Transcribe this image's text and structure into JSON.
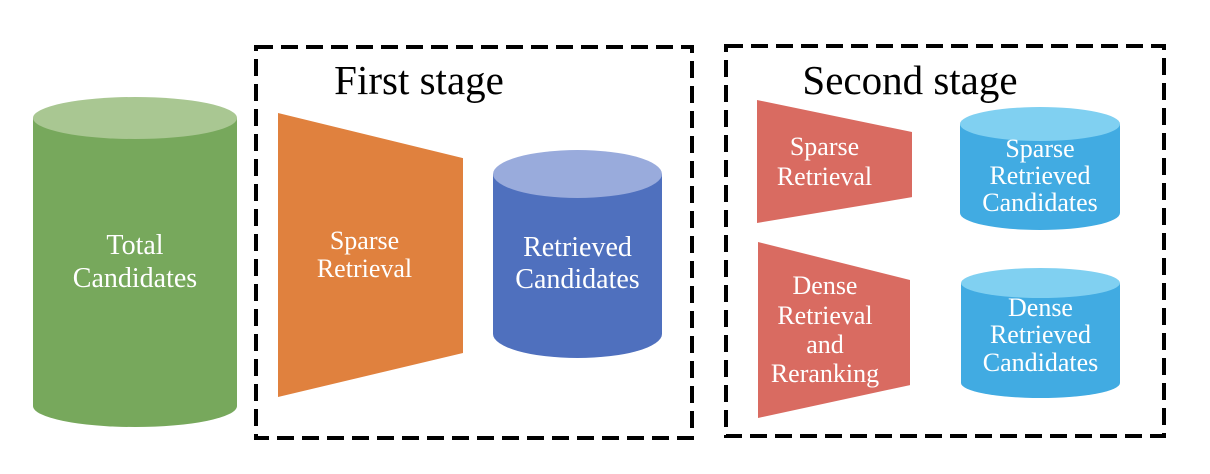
{
  "diagram": {
    "background": "#ffffff",
    "box_border_color": "#000000",
    "title_color": "#000000",
    "label_color": "#ffffff",
    "total_candidates": {
      "label": "Total\nCandidates",
      "body_color": "#77a85c",
      "top_color": "#a9c792"
    },
    "first_stage": {
      "title": "First stage",
      "sparse_retrieval": {
        "label": "Sparse\nRetrieval",
        "fill_color": "#e0813e"
      },
      "retrieved_candidates": {
        "label": "Retrieved\nCandidates",
        "body_color": "#4f70be",
        "top_color": "#99abdc"
      }
    },
    "second_stage": {
      "title": "Second stage",
      "sparse_retrieval": {
        "label": "Sparse\nRetrieval",
        "fill_color": "#d96b61"
      },
      "sparse_retrieved_candidates": {
        "label": "Sparse\nRetrieved\nCandidates",
        "body_color": "#41abe2",
        "top_color": "#80d0f1"
      },
      "dense_retrieval_and_reranking": {
        "label": "Dense\nRetrieval\nand\nReranking",
        "fill_color": "#d96b61"
      },
      "dense_retrieved_candidates": {
        "label": "Dense\nRetrieved\nCandidates",
        "body_color": "#41abe2",
        "top_color": "#80d0f1"
      }
    }
  }
}
